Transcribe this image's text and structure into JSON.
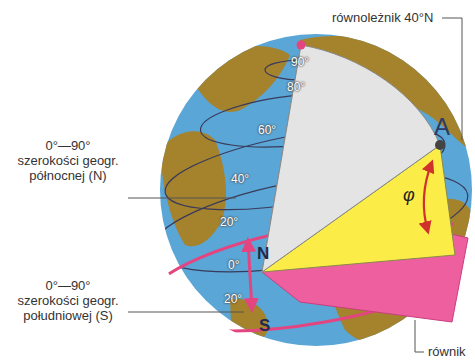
{
  "diagram": {
    "labels": [
      "równoleżnik 40°N",
      "90°",
      "80°",
      "60°",
      "40°",
      "20°",
      "0°",
      "20°",
      "0°—90° szerokości geogr. północnej (N)",
      "N",
      "S",
      "0°—90° szerokości geogr. południowej (S)",
      "A",
      "φ",
      "równik"
    ]
  }
}
